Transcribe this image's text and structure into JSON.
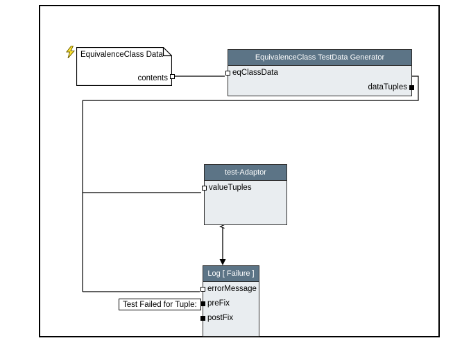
{
  "canvas": {
    "background": "#ffffff",
    "border_color": "#000000"
  },
  "theme": {
    "header_fill": "#5c7486",
    "header_text": "#ffffff",
    "body_fill": "#e9edf0",
    "outline": "#2a2a2a",
    "wire": "#000000",
    "bolt_fill": "#ffe633",
    "bolt_stroke": "#8a7a00"
  },
  "nodes": {
    "eq_data": {
      "title": "EquivalenceClass Data",
      "icon": "lightning-bolt-icon",
      "ports": {
        "contents": "contents"
      }
    },
    "generator": {
      "title": "EquivalenceClass TestData Generator",
      "ports": {
        "in": "eqClassData",
        "out": "dataTuples"
      }
    },
    "adaptor": {
      "title": "test-Adaptor",
      "ports": {
        "in": "valueTuples"
      }
    },
    "log": {
      "title": "Log [ Failure ]",
      "ports": {
        "error_message": "errorMessage",
        "pre_fix": "preFix",
        "post_fix": "postFix"
      }
    }
  },
  "literals": {
    "test_failed": "Test Failed for Tuple:"
  }
}
